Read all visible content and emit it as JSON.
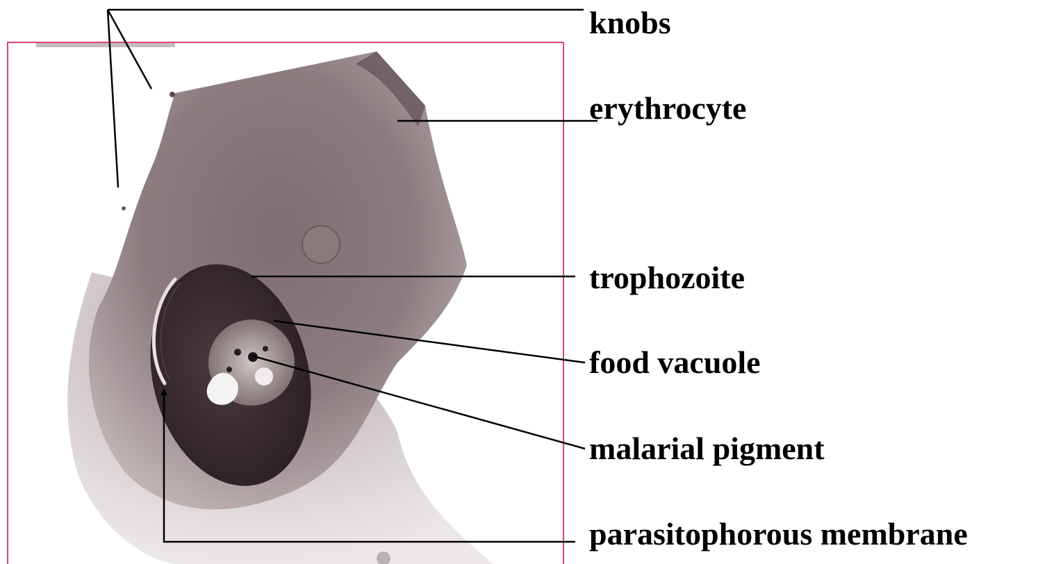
{
  "diagram": {
    "labels": {
      "knobs": "knobs",
      "erythrocyte": "erythrocyte",
      "trophozoite": "trophozoite",
      "food_vacuole": "food vacuole",
      "malarial_pigment": "malarial pigment",
      "parasitophorous_membrane": "parasitophorous membrane"
    },
    "colors": {
      "frame_border": "#e0407a",
      "label_text": "#000000",
      "leader_line": "#000000",
      "cell_body": "#8a7a7c",
      "parasite": "#3a2c30"
    }
  }
}
